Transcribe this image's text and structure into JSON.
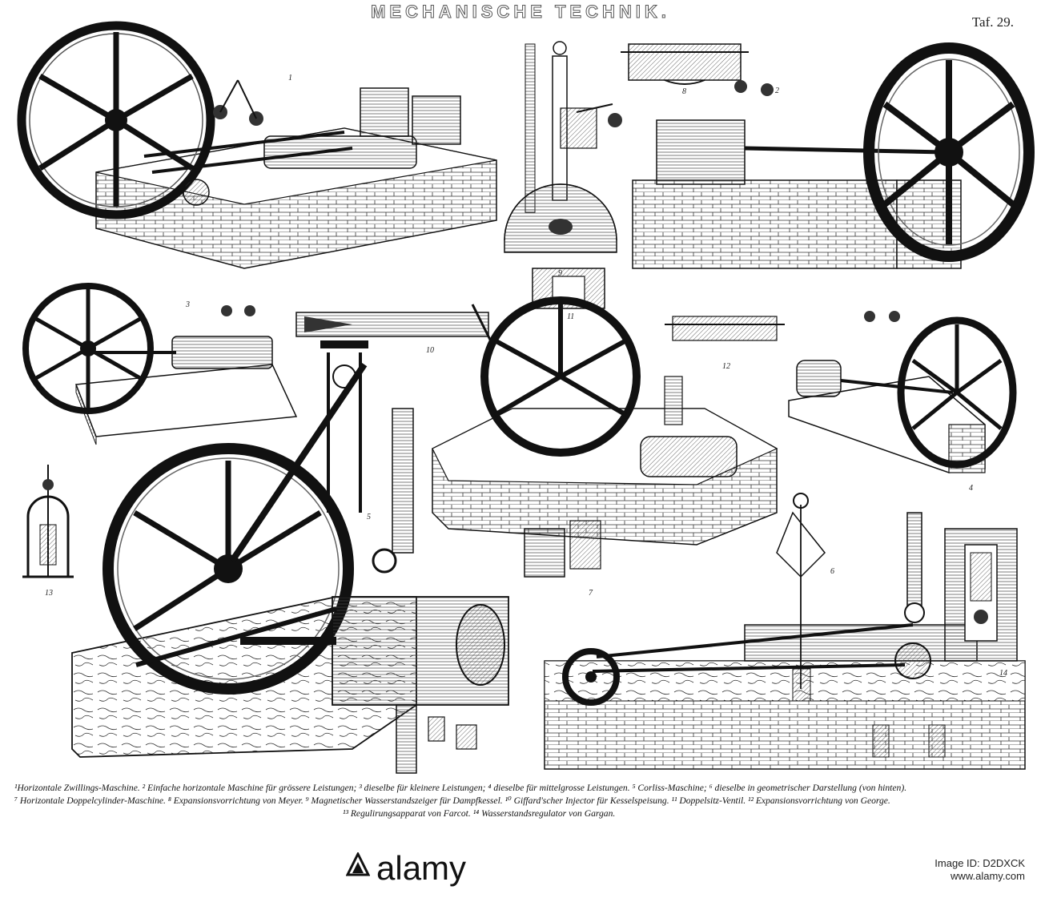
{
  "plate": {
    "title": "MECHANISCHE TECHNIK.",
    "plate_number": "Taf. 29."
  },
  "figures": {
    "f1": "1",
    "f2": "2",
    "f3": "3",
    "f4": "4",
    "f5": "5",
    "f6": "6",
    "f7": "7",
    "f8": "8",
    "f9": "9",
    "f10": "10",
    "f11": "11",
    "f12": "12",
    "f13": "13",
    "f14": "14"
  },
  "captions": {
    "line1": "¹Horizontale Zwillings-Maschine.  ² Einfache horizontale Maschine für grössere Leistungen;  ³ dieselbe für kleinere Leistungen;  ⁴ dieselbe für mittelgrosse Leistungen.    ⁵ Corliss-Maschine;  ⁶ dieselbe in geometrischer Darstellung (von hinten).",
    "line2": "⁷ Horizontale Doppelcylinder-Maschine.  ⁸ Expansionsvorrichtung von Meyer.   ⁹ Magnetischer Wasserstandszeiger für Dampfkessel.  ¹⁰ Giffard'scher Injector für Kesselspeisung.   ¹¹ Doppelsitz-Ventil.  ¹² Expansionsvorrichtung von George.",
    "line3": "¹³ Regulirungsapparat von Farcot.   ¹⁴ Wasserstandsregulator von Gargan."
  },
  "watermark": {
    "brand": "alamy",
    "image_id_label": "Image ID: D2DXCK",
    "site": "www.alamy.com"
  },
  "colors": {
    "ink": "#111111",
    "paper": "#ffffff",
    "hatch": "#555555"
  }
}
